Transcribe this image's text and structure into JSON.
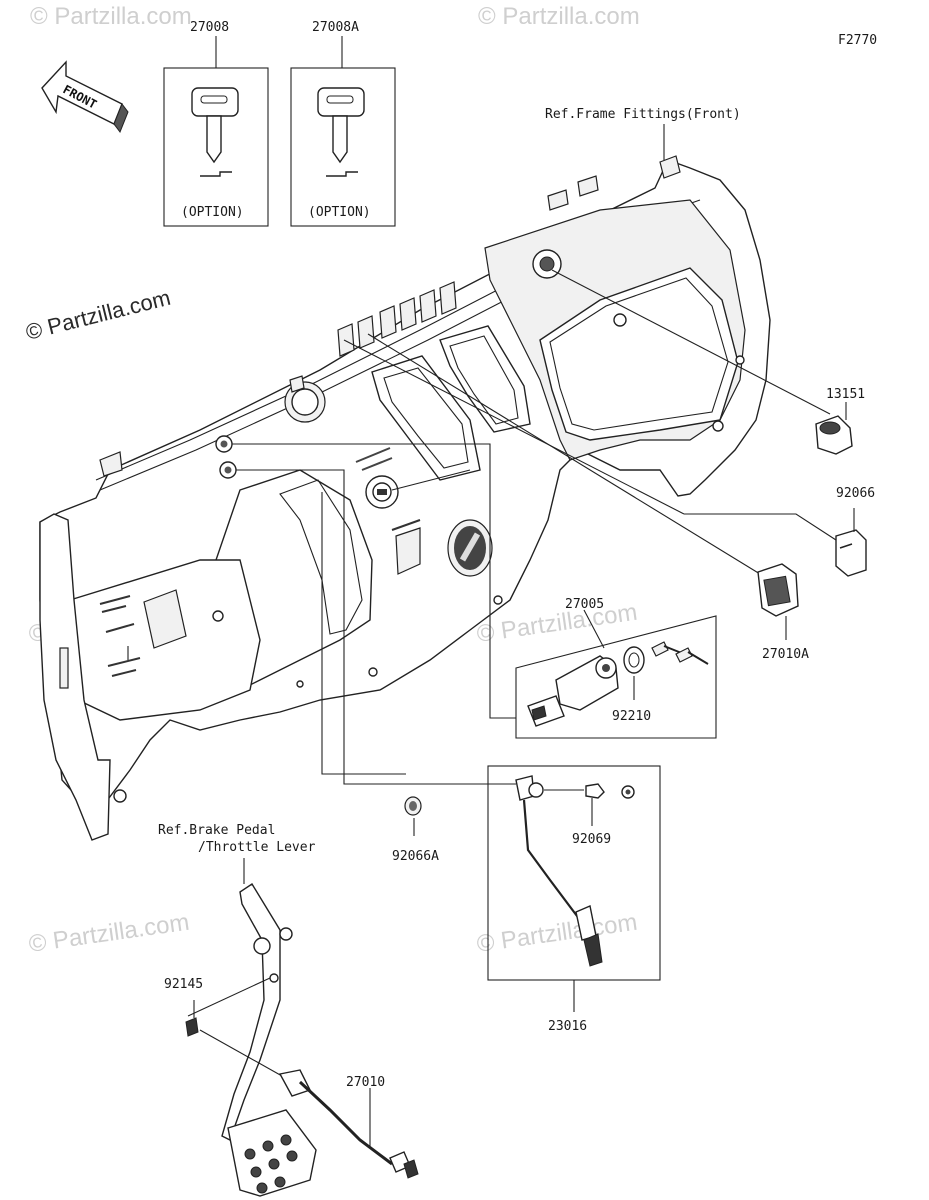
{
  "figure_code": "F2770",
  "front_label": "FRONT",
  "watermarks": {
    "main": "© Partzilla.com",
    "faint": "© Partzilla.com"
  },
  "option_boxes": [
    {
      "part": "27008",
      "caption": "(OPTION)"
    },
    {
      "part": "27008A",
      "caption": "(OPTION)"
    }
  ],
  "references": {
    "frame": "Ref.Frame Fittings(Front)",
    "brake_line1": "Ref.Brake Pedal",
    "brake_line2": "/Throttle Lever"
  },
  "callouts": {
    "c13151": "13151",
    "c92066": "92066",
    "c27010A": "27010A",
    "c27005": "27005",
    "c92210": "92210",
    "c92069": "92069",
    "c92066A": "92066A",
    "c23016": "23016",
    "c92145": "92145",
    "c27010": "27010"
  }
}
